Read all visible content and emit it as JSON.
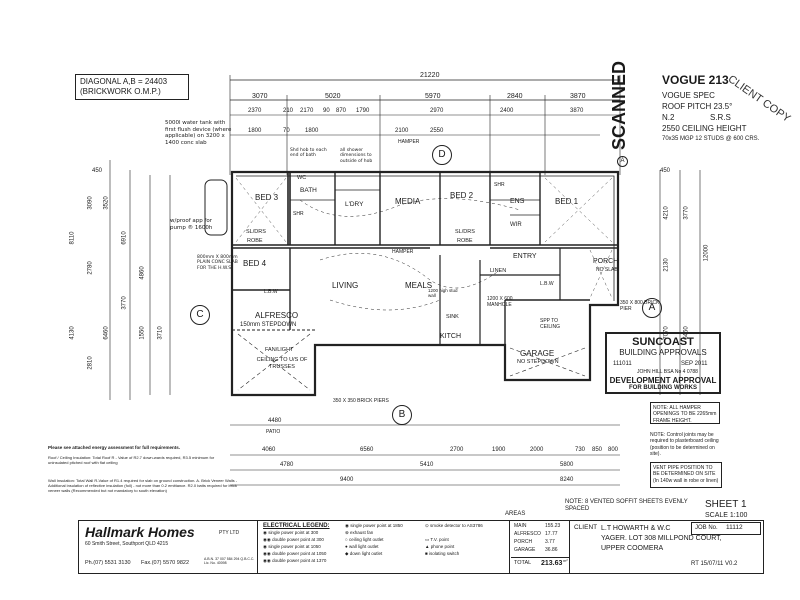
{
  "diag_note": {
    "line1": "DIAGONAL A,B = 24403",
    "line2": "(BRICKWORK O.M.P.)"
  },
  "dims_top": {
    "overall": "21220",
    "row1": [
      "3070",
      "5020",
      "5970",
      "2840",
      "3870"
    ],
    "row2": [
      "2370",
      "210",
      "2170",
      "90",
      "870",
      "1790",
      "2970",
      "2400",
      "3870"
    ],
    "row3": [
      "1800",
      "70",
      "1800",
      "2100",
      "2550"
    ]
  },
  "notes": {
    "tank": "5000l water tank with first flush device (where applicable) on 3200 x 1400 conc slab",
    "pump": "w/proof app for pump ® 1600h",
    "shower": "all shower dimensions to outside of hob",
    "bath": "Shd hob to each end of bath",
    "slab": "800mm X 800mm PLAIN CONC SLAB FOR THE H.W.S",
    "manhole": "1200 X 600 MANHOLE",
    "stud_wall": "1200 high stud wall",
    "spp": "SPP TO CEILING",
    "ceiling": "CEILING TO U/S OF TRUSSES",
    "piers": "350 X 350 BRICK PIERS",
    "brick_pier": "350 X 800 BRICK PIER",
    "hamper": "HAMPER",
    "fanlight": "FAN/LIGHT",
    "stepdown_alf": "150mm STEPDOWN",
    "stepdown_gar": "NO STEPDOWN",
    "porch_slab": "NO SLAB"
  },
  "rooms": {
    "bed3": "BED 3",
    "bath": "BATH",
    "ldry": "L'DRY",
    "wc": "WC",
    "media": "MEDIA",
    "bed2": "BED 2",
    "ens": "ENS",
    "wir": "WIR",
    "bed1": "BED 1",
    "bed4": "BED 4",
    "living": "LIVING",
    "meals": "MEALS",
    "kitch": "KITCH",
    "sink": "SINK",
    "entry": "ENTRY",
    "porch": "PORCH",
    "linen": "LINEN",
    "alfresco": "ALFRESCO",
    "garage": "GARAGE",
    "robe": "ROBE",
    "slidrs": "SL/DRS",
    "shr": "SHR",
    "lbw": "L.B.W"
  },
  "circles": {
    "a": "A",
    "b": "B",
    "c": "C",
    "d": "D"
  },
  "title_block": {
    "vogue": "VOGUE 213",
    "spec": "VOGUE SPEC",
    "pitch": "ROOF PITCH 23.5°",
    "n2": "N.2",
    "srs": "S.R.S",
    "ceiling": "2550 CEILING HEIGHT",
    "studs": "70x35 MGP 12 STUDS @ 600 CRS.",
    "scanned": "SCANNED",
    "client_copy": "CLIENT COPY"
  },
  "suncoast": {
    "name": "SUNCOAST",
    "sub": "BUILDING APPROVALS",
    "num": "111011",
    "date": "SEP 2011",
    "person": "JOHN HILL BSA No 4 0788",
    "dev1": "DEVELOPMENT APPROVAL",
    "dev2": "FOR BUILDING WORKS"
  },
  "note_hamper": "NOTE: ALL HAMPER OPENINGS TO BE 2265mm FRAME HEIGHT.",
  "note_control": "NOTE: Control joints may be required to plasterboard ceiling (position to be determined on site).",
  "note_vent": "VENT PIPE POSITION TO BE DETERMINED ON SITE (In 140w wall in robe or linen)",
  "energy": {
    "title": "Please see attached energy assessment for full requirements.",
    "roof": "Roof / Ceiling Insulation: Total Roof R - Value of R2.7 down-wards required, R3.5 minimum for uninsulated pitched roof with flat ceiling",
    "wall": "Wall Insulation: Total Wall R-Value of R1.4 required for slab on ground construction. A. Brick Veneer Walls - Additional insulation of reflective insulation (foil) - not more than 0.2 emittance. R2.0 batts required for brick veneer walls (Recommended but not mandatory to south elevation)"
  },
  "dims_bottom": {
    "row1": [
      "4480",
      "4060",
      "6560",
      "2700",
      "1900",
      "2000",
      "730",
      "850",
      "800"
    ],
    "row2": [
      "4780",
      "5410",
      "5800"
    ],
    "row3": [
      "9400",
      "8240"
    ],
    "patio": "PATIO"
  },
  "dims_left": [
    "450",
    "3090",
    "3520",
    "8110",
    "6910",
    "2780",
    "4860",
    "3770",
    "4130",
    "2810",
    "1550",
    "3710",
    "6460"
  ],
  "dims_right": [
    "450",
    "4210",
    "3770",
    "12000",
    "2130",
    "7070",
    "6460"
  ],
  "soffit_note": "NOTE: 8 VENTED SOFFIT SHEETS EVENLY SPACED",
  "sheet": {
    "label": "SHEET 1",
    "scale": "SCALE 1:100"
  },
  "company": {
    "name": "Hallmark Homes",
    "pty": "PTY LTD",
    "addr": "60 Smith Street, Southport QLD 4215",
    "ph": "Ph.(07) 5531 3130",
    "fax": "Fax.(07) 5570 9822",
    "lic": "A.B.N. 37 007 584 294  Q.B.C.C. Lic. No. 40098"
  },
  "legend": {
    "title": "ELECTRICAL LEGEND:",
    "items": [
      "single power point at 300",
      "double power point at 300",
      "single power point at 1050",
      "double power point at 1050",
      "double power point at 1370",
      "single power point at 1850",
      "exhaust fan",
      "ceiling light outlet",
      "wall light outlet",
      "down light outlet",
      "smoke detector to AS3786",
      "T.V. point",
      "phone point",
      "isolating switch"
    ]
  },
  "areas": {
    "title": "AREAS",
    "rows": [
      [
        "MAIN",
        "155.23"
      ],
      [
        "ALFRESCO",
        "17.77"
      ],
      [
        "PORCH",
        "3.77"
      ],
      [
        "GARAGE",
        "36.86"
      ],
      [
        "TOTAL",
        "213.63"
      ]
    ],
    "unit": "m²"
  },
  "client": {
    "label": "CLIENT",
    "names": "L.T HOWARTH & W.C",
    "addr1": "YAGER. LOT 308 MILLPOND COURT,",
    "addr2": "UPPER COOMERA",
    "job_label": "JOB No.",
    "job": "11112",
    "rev": "RT 15/07/11 V0.2"
  }
}
